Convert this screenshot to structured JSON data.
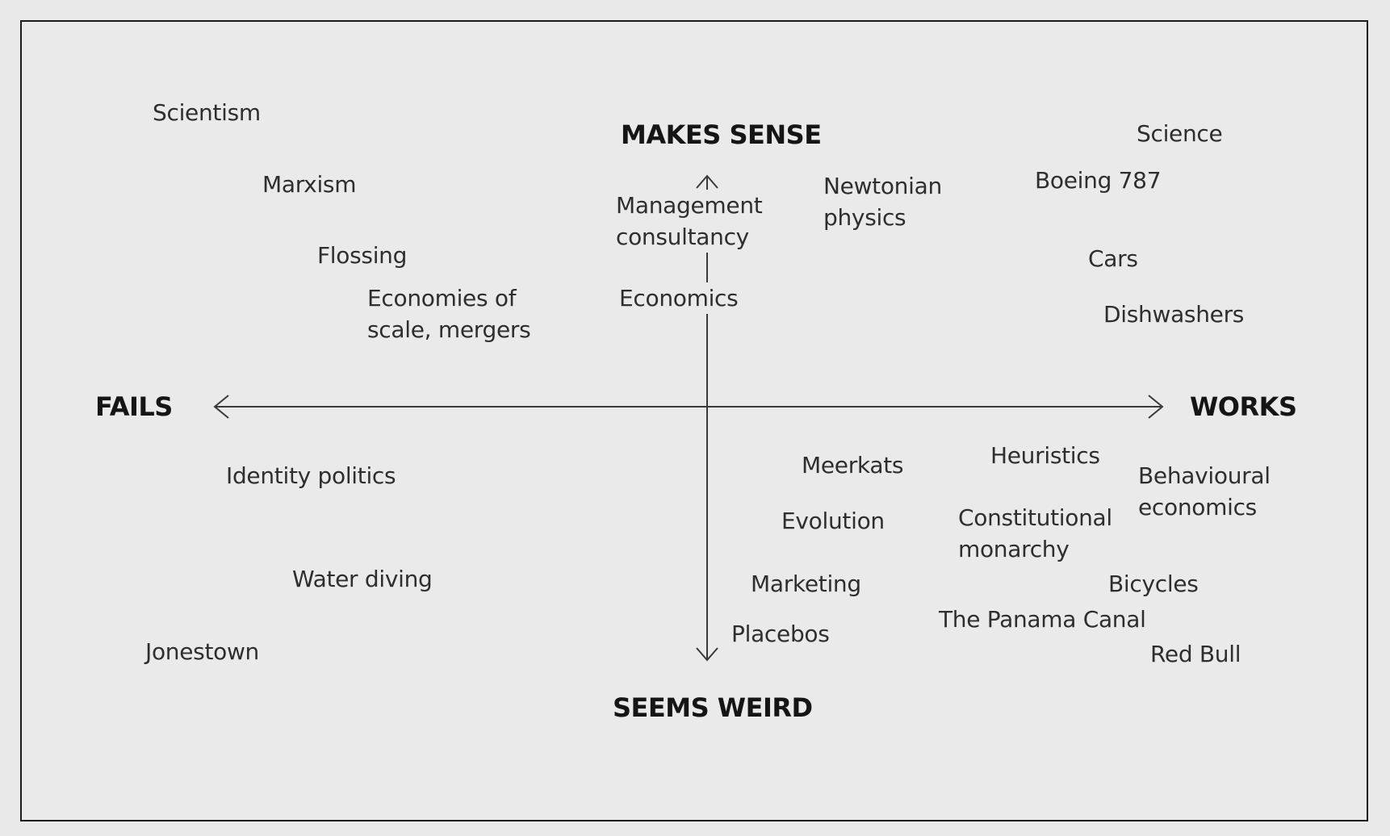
{
  "axes": {
    "top": "MAKES SENSE",
    "bottom": "SEEMS WEIRD",
    "left": "FAILS",
    "right": "WORKS"
  },
  "items": {
    "scientism": "Scientism",
    "marxism": "Marxism",
    "flossing": "Flossing",
    "economies_of_scale": "Economies of\nscale, mergers",
    "management_consultancy": "Management\nconsultancy",
    "economics": "Economics",
    "newtonian_physics": "Newtonian\nphysics",
    "science": "Science",
    "boeing_787": "Boeing 787",
    "cars": "Cars",
    "dishwashers": "Dishwashers",
    "identity_politics": "Identity politics",
    "water_diving": "Water diving",
    "jonestown": "Jonestown",
    "meerkats": "Meerkats",
    "evolution": "Evolution",
    "marketing": "Marketing",
    "placebos": "Placebos",
    "heuristics": "Heuristics",
    "constitutional_monarchy": "Constitutional\nmonarchy",
    "behavioural_economics": "Behavioural\neconomics",
    "bicycles": "Bicycles",
    "panama_canal": "The Panama Canal",
    "red_bull": "Red Bull"
  }
}
